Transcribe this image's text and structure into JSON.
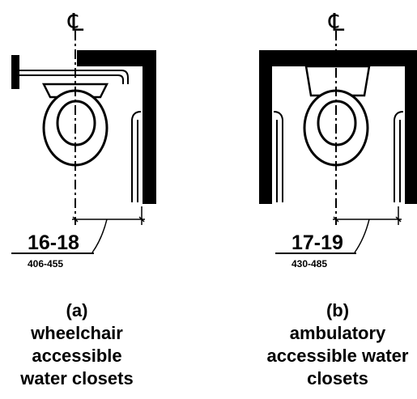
{
  "centerline_symbol": "℄",
  "diagrams": [
    {
      "dimension_in": "16-18",
      "dimension_mm": "406-455",
      "letter": "(a)",
      "caption_lines": [
        "wheelchair",
        "accessible",
        "water closets"
      ]
    },
    {
      "dimension_in": "17-19",
      "dimension_mm": "430-485",
      "letter": "(b)",
      "caption_lines": [
        "ambulatory",
        "accessible water",
        "closets"
      ]
    }
  ]
}
